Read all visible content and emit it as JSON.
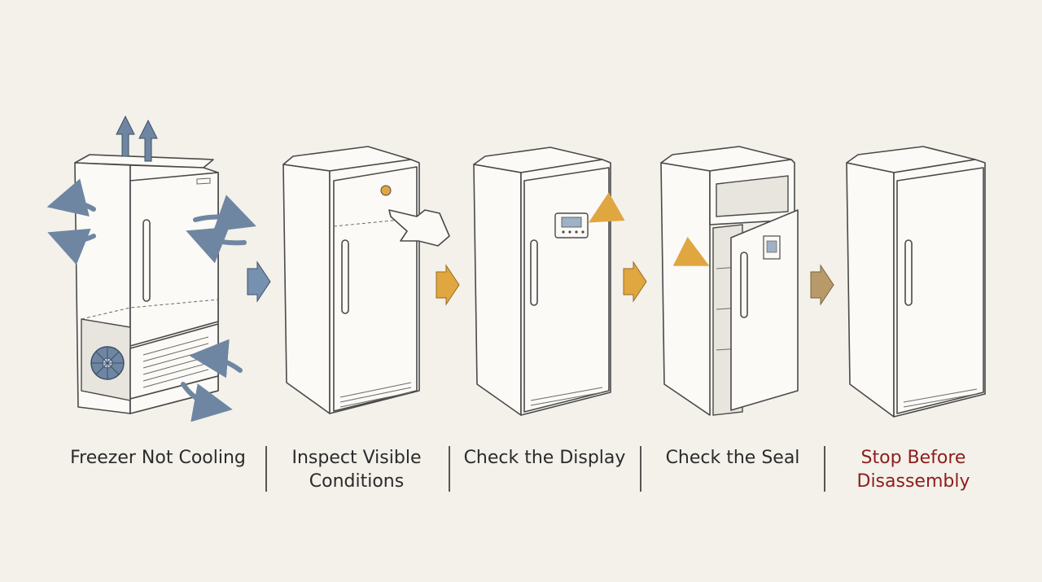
{
  "steps": [
    {
      "label": "Freezer Not Cooling"
    },
    {
      "label": "Inspect Visible Conditions"
    },
    {
      "label": "Check the Display"
    },
    {
      "label": "Check the Seal"
    },
    {
      "label": "Stop Before Disassembly"
    }
  ],
  "colors": {
    "background": "#f3f1ea",
    "airflow_arrow": "#6f86a3",
    "step_arrow_blue": "#7690b0",
    "step_arrow_orange": "#e0a640",
    "step_arrow_tan": "#b89a6a",
    "stop_text": "#8e1d1d",
    "text": "#2b2b2b"
  },
  "icons": [
    "airflow-arrow-icon",
    "hand-pointer-icon",
    "control-display-icon",
    "next-step-arrow-icon"
  ]
}
